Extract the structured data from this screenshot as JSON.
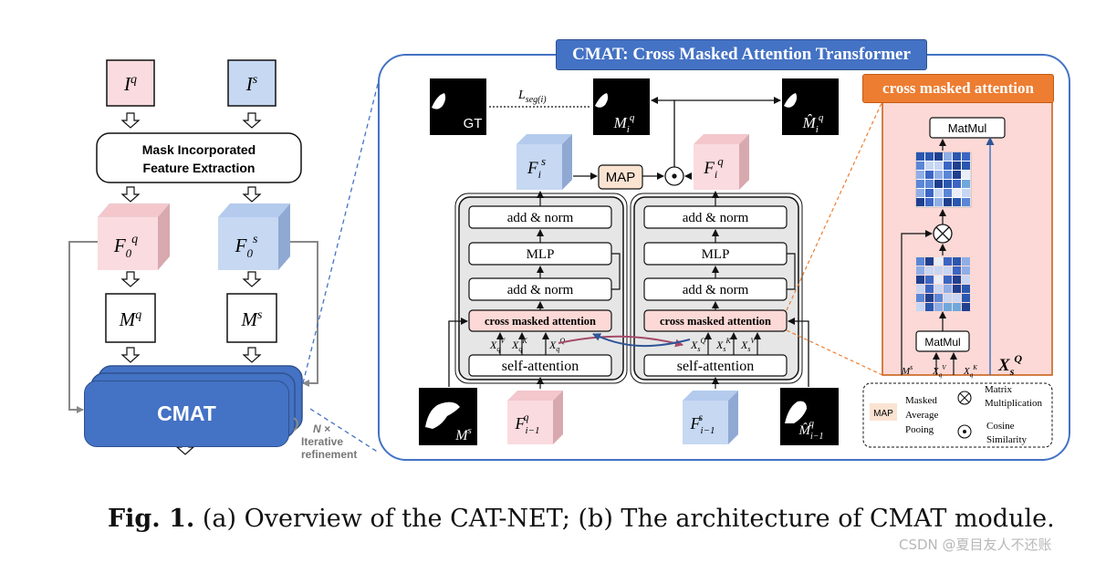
{
  "overview": {
    "input_query": "Iq",
    "input_support": "Is",
    "feature_extraction": [
      "Mask Incorporated",
      "Feature Extraction"
    ],
    "feat_query": "F0q",
    "feat_support": "F0s",
    "mask_query": "Mq",
    "mask_support": "Ms",
    "cmat_label": "CMAT",
    "iter_label": [
      "N ×",
      "Iterative",
      "refinement"
    ]
  },
  "cmat_module": {
    "title": "CMAT: Cross Masked Attention Transformer",
    "gt_label": "GT",
    "loss_label": "Lseg(i)",
    "pred_mask": "Miq",
    "pred_mask_hat": "M̂iq",
    "feat_out_support": "Fis",
    "feat_out_query": "Fiq",
    "map_label": "MAP",
    "add_norm": "add & norm",
    "mlp": "MLP",
    "cross_masked_attention": "cross masked attention",
    "self_attention": "self-attention",
    "left_inputs": [
      "XqV",
      "XqK",
      "XqQ"
    ],
    "right_inputs": [
      "XsQ",
      "XsK",
      "XsV"
    ],
    "bottom_mask_support": "Ms",
    "bottom_feat_query": "Fi−1q",
    "bottom_feat_support": "Fi−1s",
    "bottom_mask_hat": "M̂i−1q"
  },
  "attention_detail": {
    "title": "cross masked attention",
    "matmul_top": "MatMul",
    "matmul_bottom": "MatMul",
    "inputs": [
      "Ms",
      "XqV",
      "XqK"
    ],
    "xsq_label": "XsQ"
  },
  "legend": {
    "map_label": "MAP",
    "map_text": [
      "Masked",
      "Average",
      "Pooing"
    ],
    "matrix_text": [
      "Matrix",
      "Multiplication"
    ],
    "cosine_text": [
      "Cosine",
      "Similarity"
    ]
  },
  "caption": {
    "fig_label": "Fig. 1.",
    "text": "(a) Overview of the CAT-NET; (b) The architecture of CMAT module."
  },
  "watermark": "CSDN @夏目友人不还账",
  "colors": {
    "blue": "#4472c4",
    "orange": "#ed7d31",
    "query_pink": "#fadbdf",
    "support_blue": "#c6d8f2",
    "map_fill": "#fbe3d2",
    "panel_pink": "#fcd9d6",
    "gray_block": "#e6e6e6"
  }
}
